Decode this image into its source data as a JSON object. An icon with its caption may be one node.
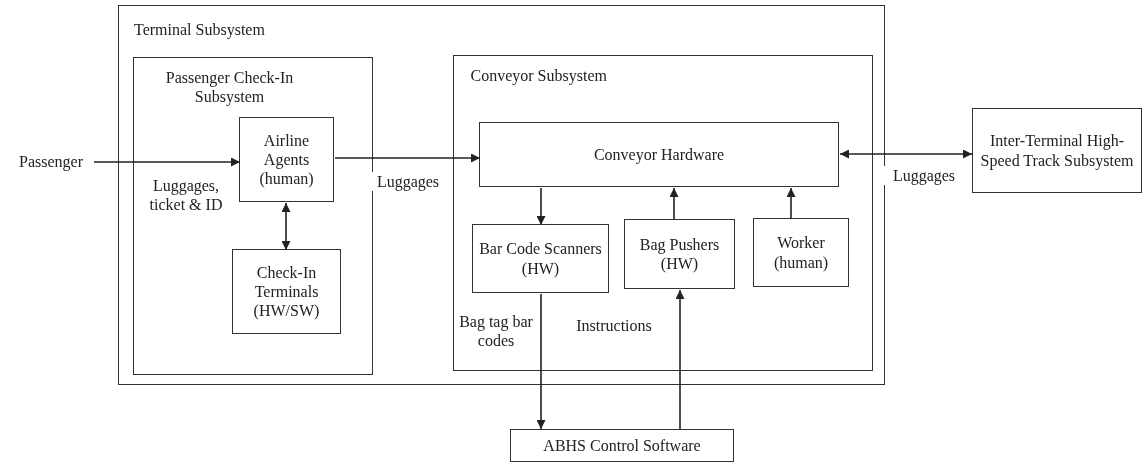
{
  "diagram": {
    "nodes": [
      {
        "text": [
          "Terminal Subsystem"
        ]
      },
      {
        "text": [
          "Passenger Check-In Subsystem"
        ],
        "in": 0
      },
      {
        "text": [
          "Airline Agents (human)"
        ],
        "in": 1
      },
      {
        "text": [
          "Check-In Terminals (HW/SW)"
        ],
        "in": 1
      },
      {
        "text": [
          "Conveyor Subsystem"
        ],
        "in": 0
      },
      {
        "text": [
          "Conveyor Hardware"
        ],
        "in": 4
      },
      {
        "text": [
          "Bar Code Scanners (HW)"
        ],
        "in": 4
      },
      {
        "text": [
          "Bag Pushers (HW)"
        ],
        "in": 4
      },
      {
        "text": [
          "Worker (human)"
        ],
        "in": 4
      },
      {
        "text": [
          "Inter-Terminal High-Speed Track Subsystem"
        ]
      },
      {
        "text": [
          "ABHS Control Software"
        ]
      },
      {
        "text": [
          "Passenger"
        ]
      }
    ],
    "edges": [
      {
        "from": 11,
        "to": 2,
        "arrow": "to",
        "label": "Luggages, ticket & ID"
      },
      {
        "from": 2,
        "to": 5,
        "arrow": "to",
        "label": "Luggages"
      },
      {
        "from": 2,
        "to": 3,
        "arrow": "both"
      },
      {
        "from": 5,
        "to": 6,
        "arrow": "to"
      },
      {
        "from": 7,
        "to": 5,
        "arrow": "to"
      },
      {
        "from": 8,
        "to": 5,
        "arrow": "to"
      },
      {
        "from": 5,
        "to": 9,
        "arrow": "both",
        "label": "Luggages"
      },
      {
        "from": 6,
        "to": 10,
        "arrow": "to",
        "label": "Bag tag bar codes"
      },
      {
        "from": 10,
        "to": 7,
        "arrow": "to",
        "label": "Instructions"
      }
    ]
  }
}
